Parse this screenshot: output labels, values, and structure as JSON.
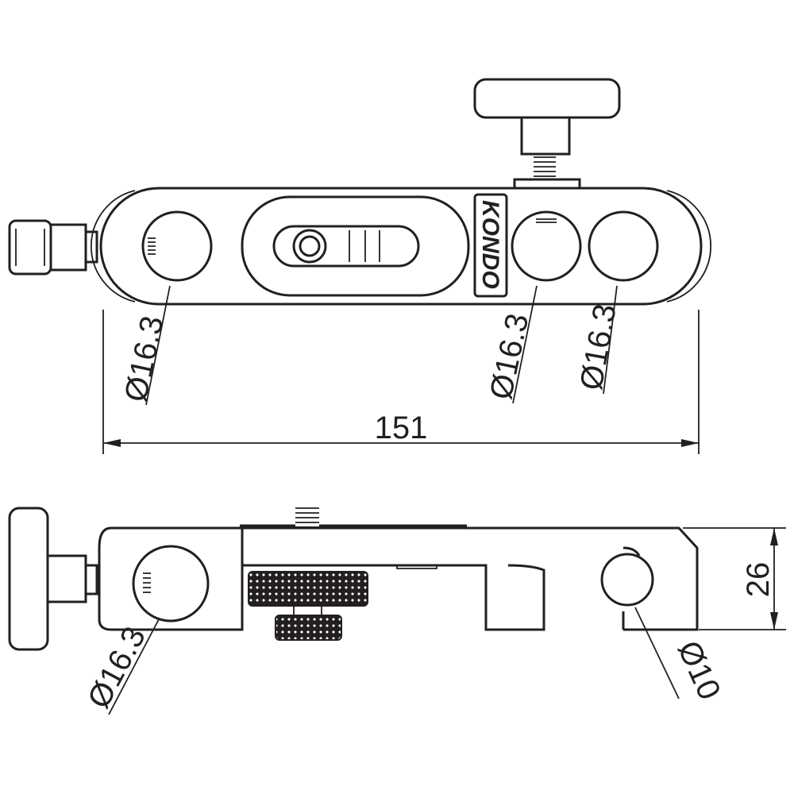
{
  "title": "Rod clamp technical drawing",
  "logo_text": "KONDO",
  "top_view": {
    "hole_labels": [
      "Ø16.3",
      "Ø16.3",
      "Ø16.3"
    ],
    "width_label": "151"
  },
  "side_view": {
    "hole_label_large": "Ø16.3",
    "hole_label_small": "Ø10",
    "height_label": "26"
  },
  "colors": {
    "line": "#231f20",
    "background": "#ffffff"
  }
}
